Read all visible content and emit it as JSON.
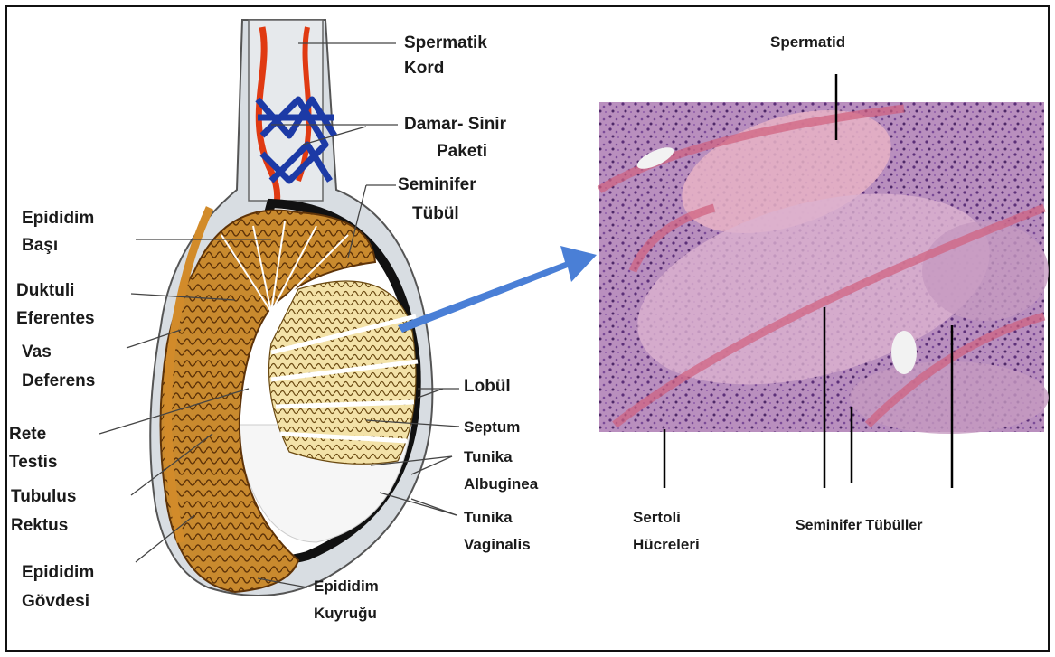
{
  "labels": {
    "spermatik_kord_1": "Spermatik",
    "spermatik_kord_2": "Kord",
    "damar_sinir_1": "Damar- Sinir",
    "damar_sinir_2": "Paketi",
    "seminifer_tubul_1": "Seminifer",
    "seminifer_tubul_2": "Tübül",
    "epididim_basi_1": "Epididim",
    "epididim_basi_2": "Başı",
    "duktuli_1": "Duktuli",
    "duktuli_2": "Eferentes",
    "vas_1": "Vas",
    "vas_2": "Deferens",
    "rete_1": "Rete",
    "rete_2": "Testis",
    "tubulus_1": "Tubulus",
    "tubulus_2": "Rektus",
    "epididim_govdesi_1": "Epididim",
    "epididim_govdesi_2": "Gövdesi",
    "epididim_kuyrugu_1": "Epididim",
    "epididim_kuyrugu_2": "Kuyruğu",
    "lobul": "Lobül",
    "septum": "Septum",
    "tunika_albuginea_1": "Tunika",
    "tunika_albuginea_2": "Albuginea",
    "tunika_vaginalis_1": "Tunika",
    "tunika_vaginalis_2": "Vaginalis",
    "spermatid": "Spermatid",
    "sertoli_1": "Sertoli",
    "sertoli_2": "Hücreleri",
    "seminifer_tubuller": "Seminifer Tübüller"
  },
  "colors": {
    "tubule": "#c98a2e",
    "tubule_dark": "#6b3d0c",
    "lobule": "#f1dfa0",
    "artery": "#e03a12",
    "vein": "#1c3aa6",
    "arrow": "#4a7fd6",
    "tissue_base": "#c9a7c9",
    "tissue_pink": "#e4a4bc",
    "tissue_purple": "#6a3f8a"
  }
}
